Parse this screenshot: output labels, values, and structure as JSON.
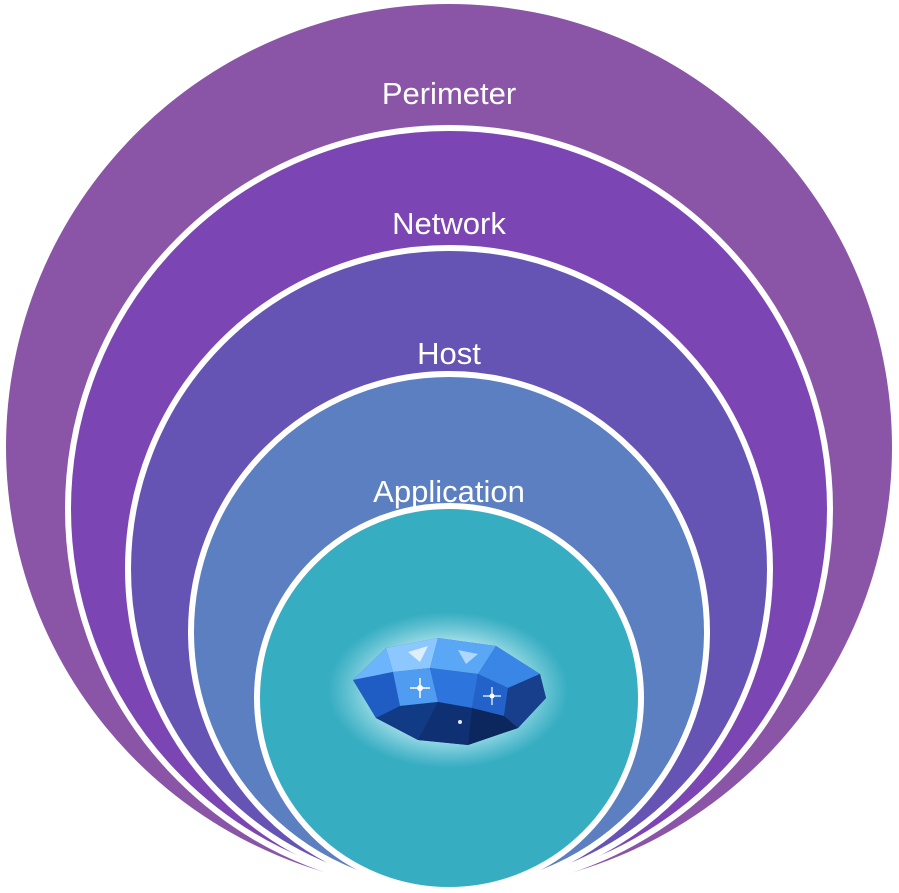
{
  "layers": [
    {
      "id": "perimeter",
      "label": "Perimeter",
      "color": "#8a55a7"
    },
    {
      "id": "network",
      "label": "Network",
      "color": "#7b46b3"
    },
    {
      "id": "host",
      "label": "Host",
      "color": "#6654b4"
    },
    {
      "id": "application",
      "label": "Application",
      "color": "#5b7fc0"
    },
    {
      "id": "core",
      "label": "",
      "color": "#37adc2"
    }
  ],
  "core_icon": "diamond-icon",
  "colors": {
    "ring_border": "#ffffff",
    "background": "#ffffff",
    "diamond_light": "#9fd6ff",
    "diamond_mid": "#2f7fe6",
    "diamond_dark": "#10336e"
  }
}
